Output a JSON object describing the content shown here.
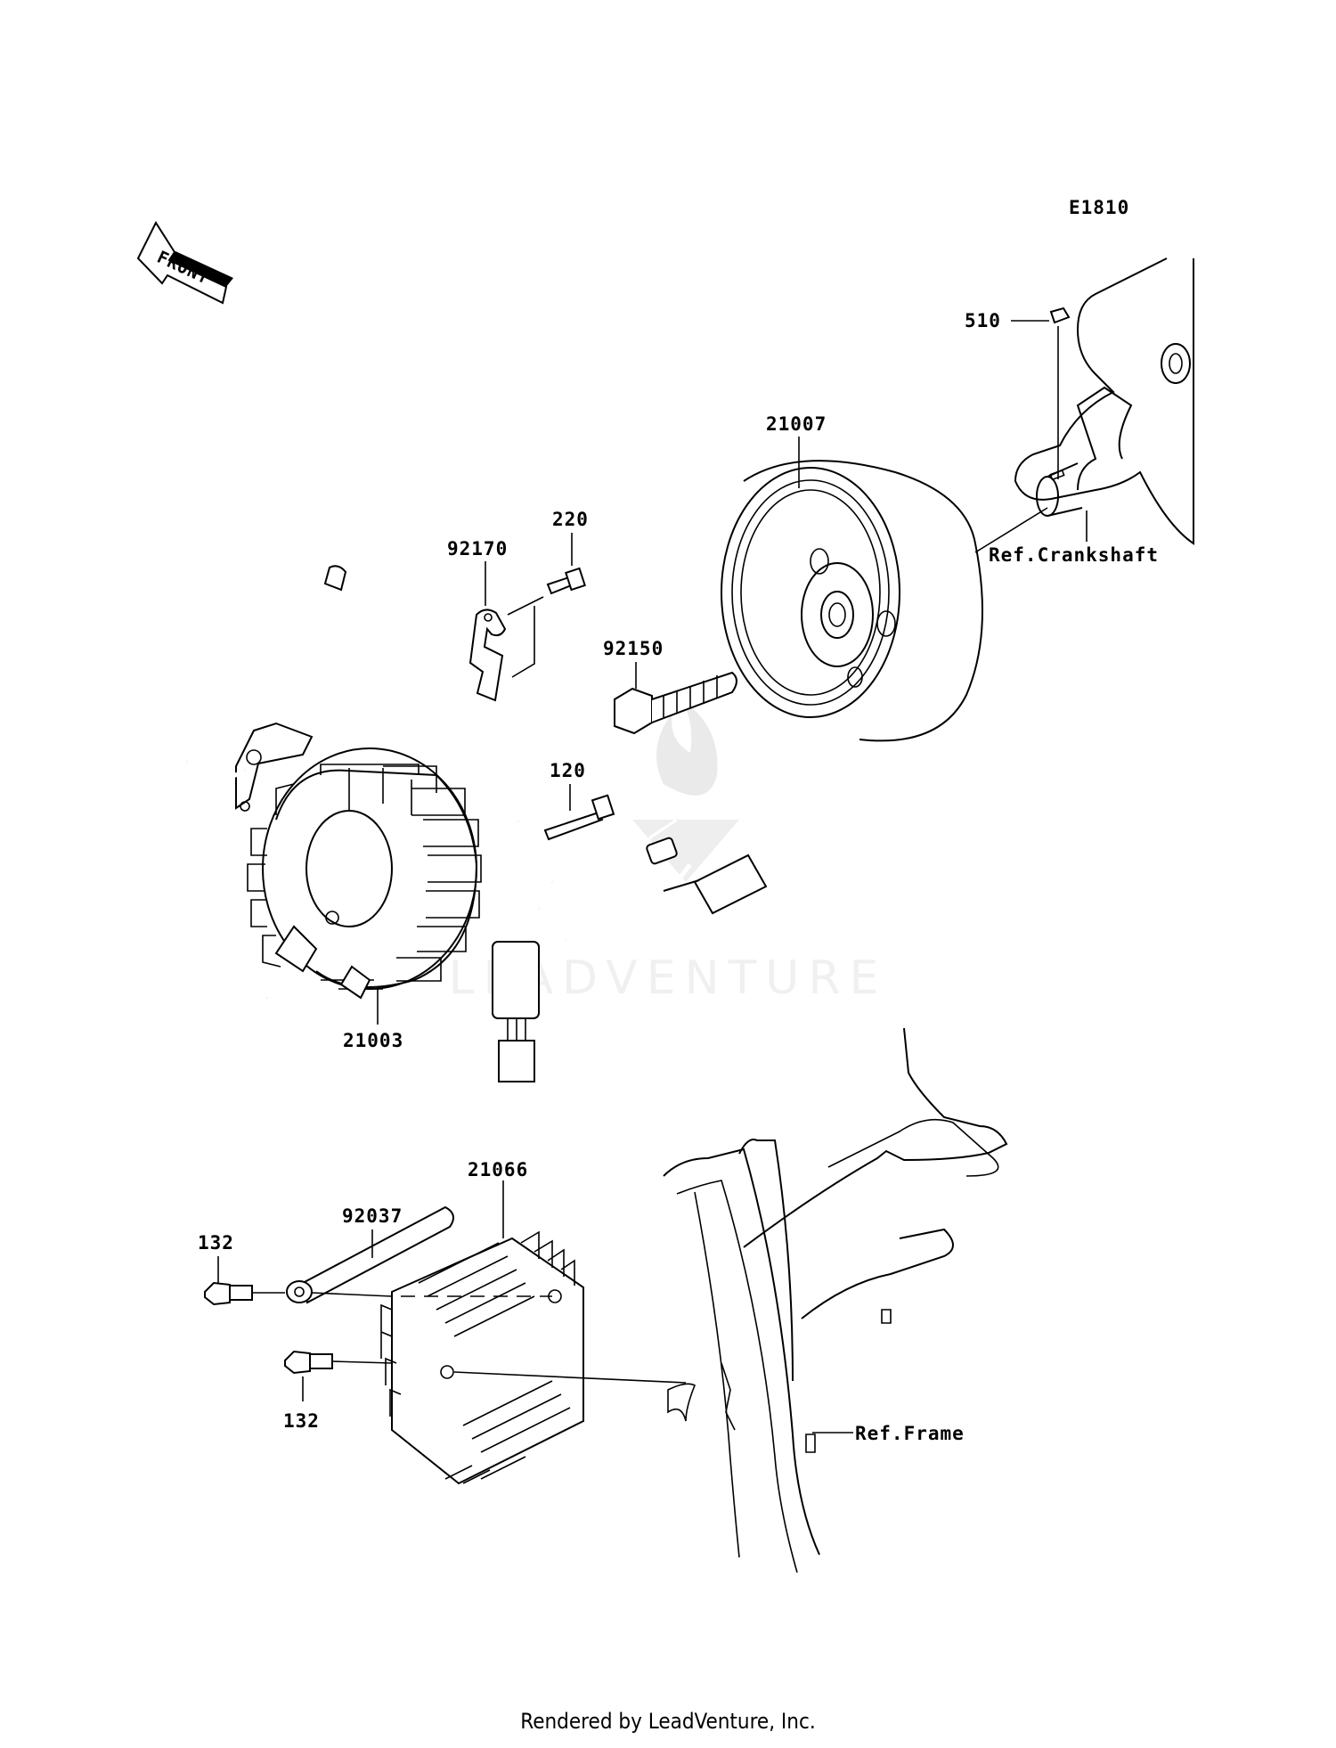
{
  "diagram": {
    "code": "E1810",
    "front_label": "FRONT",
    "watermark": "LEADVENTURE"
  },
  "callouts": {
    "p510": "510",
    "p21007": "21007",
    "ref_crankshaft": "Ref.Crankshaft",
    "p220": "220",
    "p92170": "92170",
    "p92150": "92150",
    "p120": "120",
    "p21003": "21003",
    "p92037": "92037",
    "p21066": "21066",
    "p132_top": "132",
    "p132_bottom": "132",
    "ref_frame": "Ref.Frame"
  },
  "footer": {
    "text": "Rendered by LeadVenture, Inc."
  }
}
